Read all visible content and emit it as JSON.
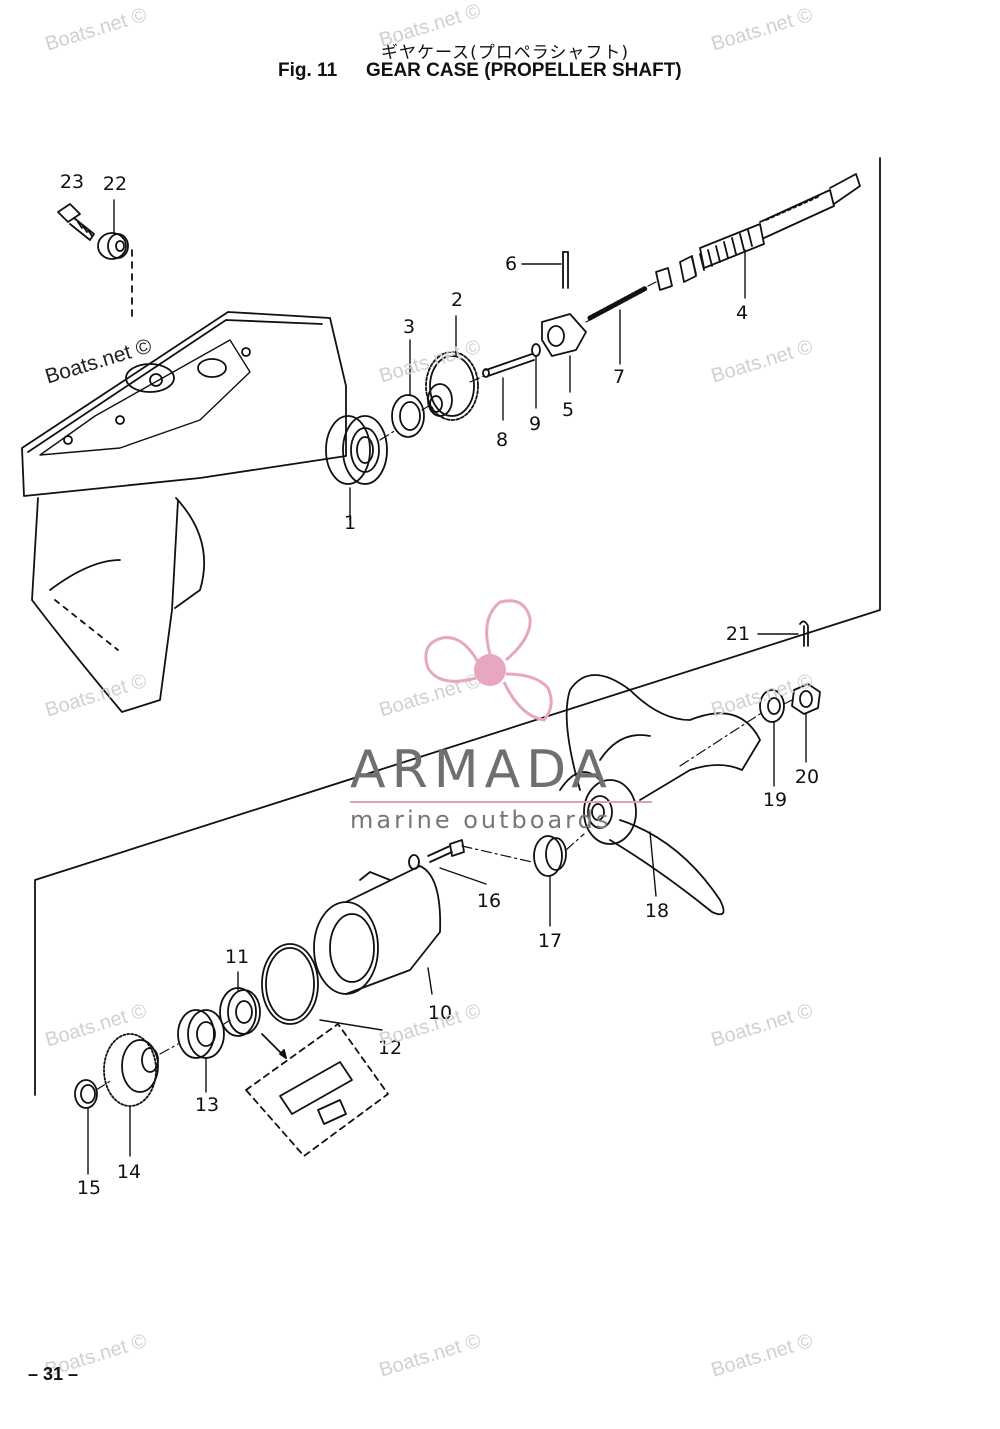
{
  "header": {
    "title_jp": "ギヤケース(プロペラシャフト)",
    "fig_label": "Fig. 11",
    "title_en": "GEAR CASE (PROPELLER SHAFT)"
  },
  "watermark": "Boats.net ©",
  "brand": {
    "name": "ARMADA",
    "tagline": "marine outboards",
    "color": "#e7a7c3"
  },
  "parts": [
    {
      "no": "1"
    },
    {
      "no": "2"
    },
    {
      "no": "3"
    },
    {
      "no": "4"
    },
    {
      "no": "5"
    },
    {
      "no": "6"
    },
    {
      "no": "7"
    },
    {
      "no": "8"
    },
    {
      "no": "9"
    },
    {
      "no": "10"
    },
    {
      "no": "11"
    },
    {
      "no": "12"
    },
    {
      "no": "13"
    },
    {
      "no": "14"
    },
    {
      "no": "15"
    },
    {
      "no": "16"
    },
    {
      "no": "17"
    },
    {
      "no": "18"
    },
    {
      "no": "19"
    },
    {
      "no": "20"
    },
    {
      "no": "21"
    },
    {
      "no": "22"
    },
    {
      "no": "23"
    }
  ],
  "page_number": "– 31 –"
}
